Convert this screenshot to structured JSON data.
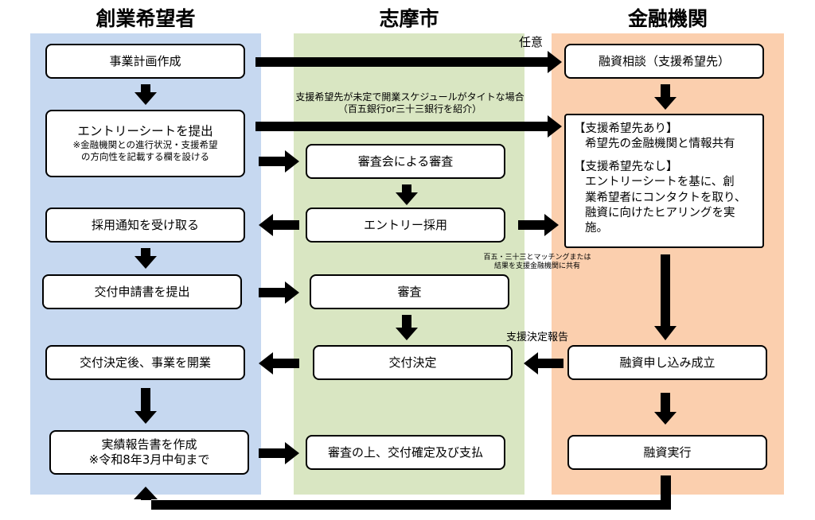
{
  "colors": {
    "lane_applicant": "#c6d8f0",
    "lane_city": "#d9e6c2",
    "lane_bank": "#fbcfae",
    "box_border": "#000000",
    "arrow": "#000000"
  },
  "lanes": {
    "applicant": "創業希望者",
    "city": "志摩市",
    "bank": "金融機関"
  },
  "applicant_boxes": {
    "plan": "事業計画作成",
    "entry_title": "エントリーシートを提出",
    "entry_note_1": "※金融機関との進行状況・支援希望",
    "entry_note_2": "の方向性を記載する欄を設ける",
    "receive_notice": "採用通知を受け取る",
    "submit_application": "交付申請書を提出",
    "open_business": "交付決定後、事業を開業",
    "report_title": "実績報告書を作成",
    "report_note": "※令和8年3月中旬まで"
  },
  "city_boxes": {
    "review_committee": "審査会による審査",
    "entry_adopted": "エントリー採用",
    "review": "審査",
    "grant_decision": "交付決定",
    "final": "審査の上、交付確定及び支払"
  },
  "bank_boxes": {
    "consult": "融資相談（支援希望先）",
    "with_pref_title": "【支援希望先あり】",
    "with_pref_body": "希望先の金融機関と情報共有",
    "without_pref_title": "【支援希望先なし】",
    "without_pref_1": "エントリーシートを基に、創",
    "without_pref_2": "業希望者にコンタクトを取り、",
    "without_pref_3": "融資に向けたヒアリングを実",
    "without_pref_4": "施。",
    "loan_established": "融資申し込み成立",
    "loan_execution": "融資実行"
  },
  "labels": {
    "optional": "任意",
    "tight_schedule_1": "支援希望先が未定で開業スケジュールがタイトな場合",
    "tight_schedule_2": "（百五銀行or三十三銀行を紹介）",
    "matching_1": "百五・三十三とマッチングまたは",
    "matching_2": "結果を支援金融機関に共有",
    "support_report": "支援決定報告"
  }
}
